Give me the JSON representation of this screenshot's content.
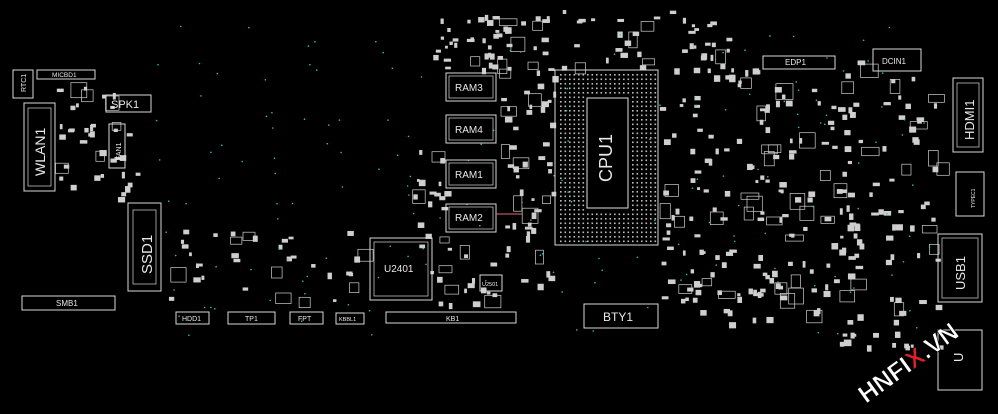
{
  "colors": {
    "background": "#000000",
    "outline": "#d8d8d8",
    "via": "#22c4c4",
    "watermark_red": "#e0202a",
    "watermark_white": "#ffffff"
  },
  "components": {
    "rtc1": "RTC1",
    "mic": "MICBD1",
    "wlan1": "WLAN1",
    "spk1": "SPK1",
    "fan1": "FAN1",
    "ssd1": "SSD1",
    "smb1": "SMB1",
    "hdd1": "HDD1",
    "tp1": "TP1",
    "fpt": "FPT",
    "kbl": "KBBL1",
    "u2401": "U2401",
    "kb1": "KB1",
    "u2501": "U2501",
    "ram3": "RAM3",
    "ram4": "RAM4",
    "ram1": "RAM1",
    "ram2": "RAM2",
    "cpu1": "CPU1",
    "bty1": "BTY1",
    "edp1": "EDP1",
    "dcin1": "DCIN1",
    "hdmi1": "HDMI1",
    "usb1": "USB1",
    "usb2": "U",
    "typec": "TYPEC1"
  },
  "watermark": {
    "part1": "HNFI",
    "part2": "X",
    "part3": ".VN"
  }
}
